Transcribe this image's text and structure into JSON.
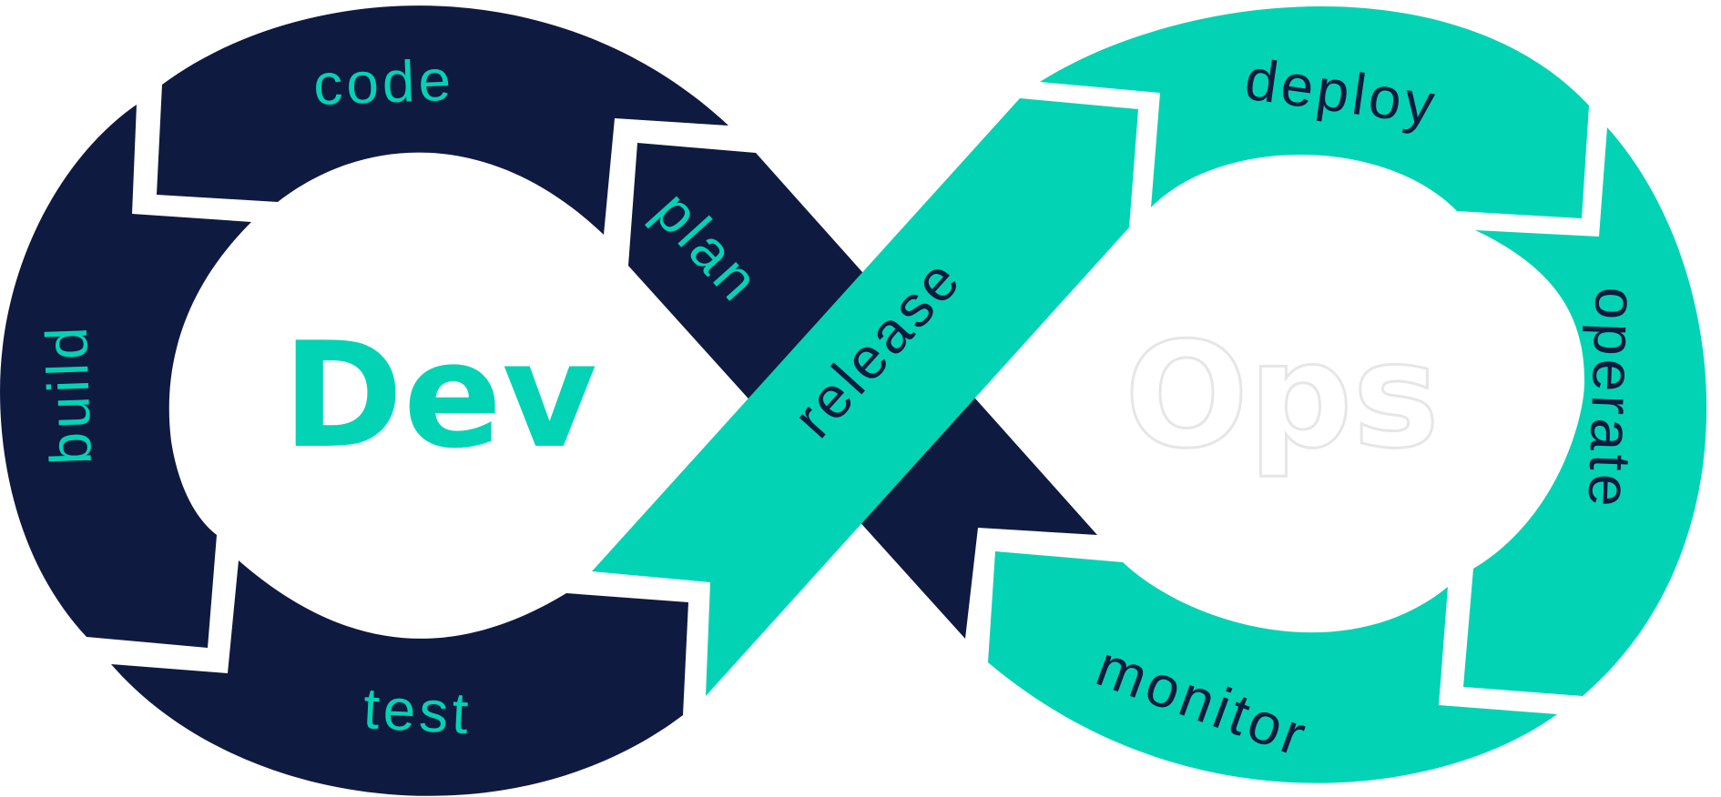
{
  "colors": {
    "navy": "#0f1a40",
    "teal": "#03d3b5",
    "white": "#ffffff"
  },
  "dev": {
    "hub_label": "Dev",
    "stages": {
      "code": "code",
      "plan": "plan",
      "build": "build",
      "test": "test"
    }
  },
  "ops": {
    "hub_label": "Ops",
    "stages": {
      "release": "release",
      "deploy": "deploy",
      "operate": "operate",
      "monitor": "monitor"
    }
  }
}
